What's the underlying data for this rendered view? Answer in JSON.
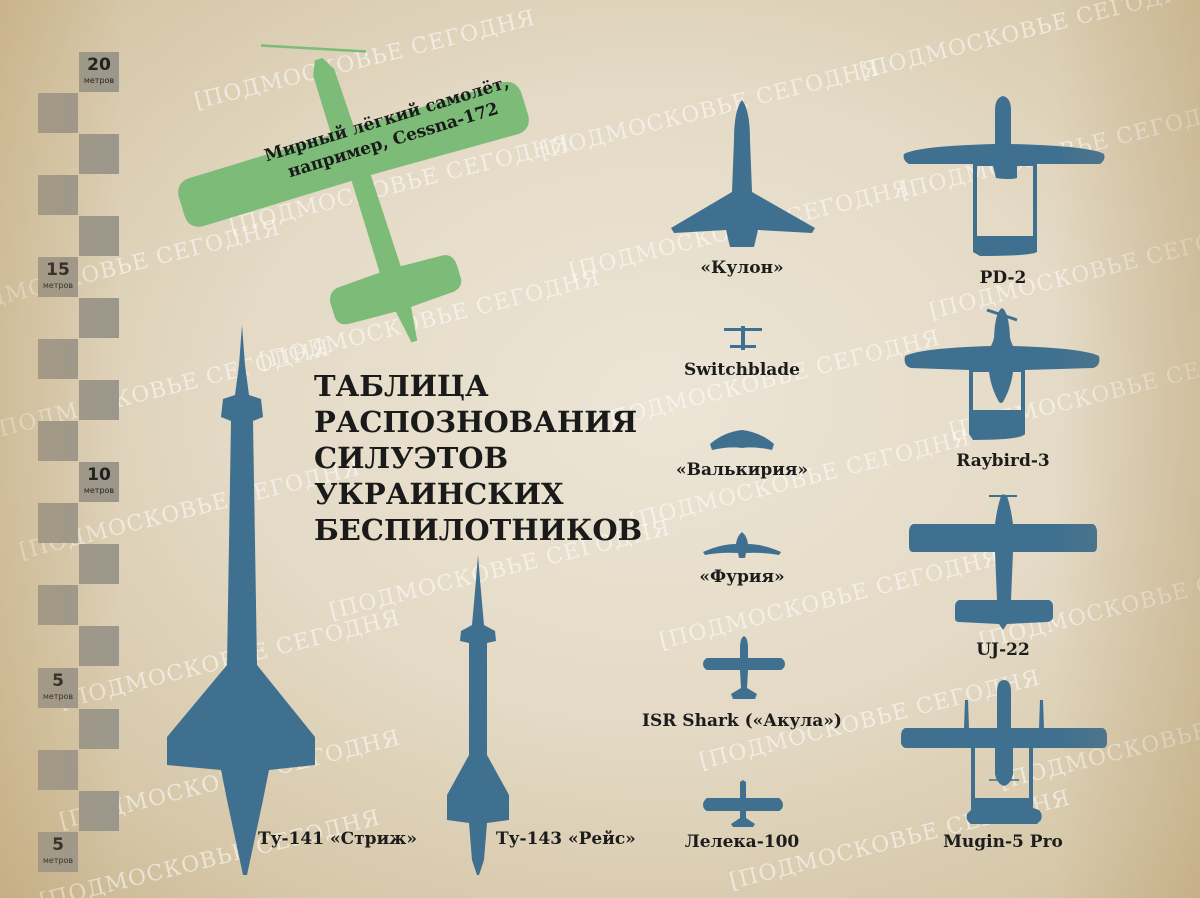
{
  "colors": {
    "silhouette_blue": "#3f7090",
    "civil_green": "#7cbb78",
    "scale_gray": "#9b978c",
    "paper": "#e6ddc9"
  },
  "title": {
    "lines": [
      "ТАБЛИЦА",
      "РАСПОЗНОВАНИЯ",
      "СИЛУЭТОВ",
      "УКРАИНСКИХ",
      "БЕСПИЛОТНИКОВ"
    ]
  },
  "civil_plane": {
    "line1": "Мирный лёгкий самолёт,",
    "line2": "например, Cessna-172"
  },
  "scale": {
    "unit": "метров",
    "marks": [
      {
        "value": "20"
      },
      {
        "value": "15"
      },
      {
        "value": "10"
      },
      {
        "value": "5"
      },
      {
        "value": "5"
      }
    ]
  },
  "drones": {
    "tu141": "Ту-141 «Стриж»",
    "tu143": "Ту-143 «Рейс»",
    "kulon": "«Кулон»",
    "switchblade": "Switchblade",
    "valkyria": "«Валькирия»",
    "furia": "«Фурия»",
    "isr_shark": "ISR Shark («Акула»)",
    "leleka": "Лелека-100",
    "pd2": "PD-2",
    "raybird": "Raybird-3",
    "uj22": "UJ-22",
    "mugin": "Mugin-5 Pro"
  },
  "watermark": "[ПОДМОСКОВЬЕ СЕГОДНЯ"
}
